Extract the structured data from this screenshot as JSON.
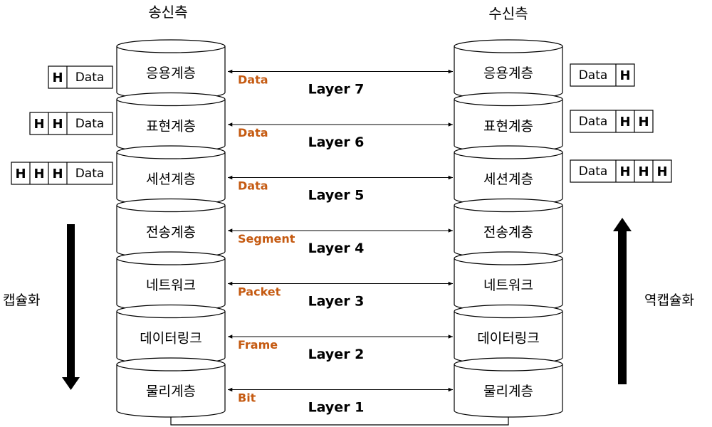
{
  "titles": {
    "sender": "송신측",
    "receiver": "수신측"
  },
  "side_labels": {
    "encapsulation": "캡슐화",
    "decapsulation": "역캡슐화"
  },
  "colors": {
    "pdu": "#c55a11",
    "stroke": "#000000"
  },
  "layers": [
    {
      "name": "응용계층",
      "layer": "Layer 7",
      "pdu": "Data"
    },
    {
      "name": "표현계층",
      "layer": "Layer 6",
      "pdu": "Data"
    },
    {
      "name": "세션계층",
      "layer": "Layer 5",
      "pdu": "Data"
    },
    {
      "name": "전송계층",
      "layer": "Layer 4",
      "pdu": "Segment"
    },
    {
      "name": "네트워크",
      "layer": "Layer 3",
      "pdu": "Packet"
    },
    {
      "name": "데이터링크",
      "layer": "Layer 2",
      "pdu": "Frame"
    },
    {
      "name": "물리계층",
      "layer": "Layer 1",
      "pdu": "Bit"
    }
  ],
  "packets": {
    "header": "H",
    "data": "Data",
    "header_counts": [
      1,
      2,
      3
    ]
  }
}
